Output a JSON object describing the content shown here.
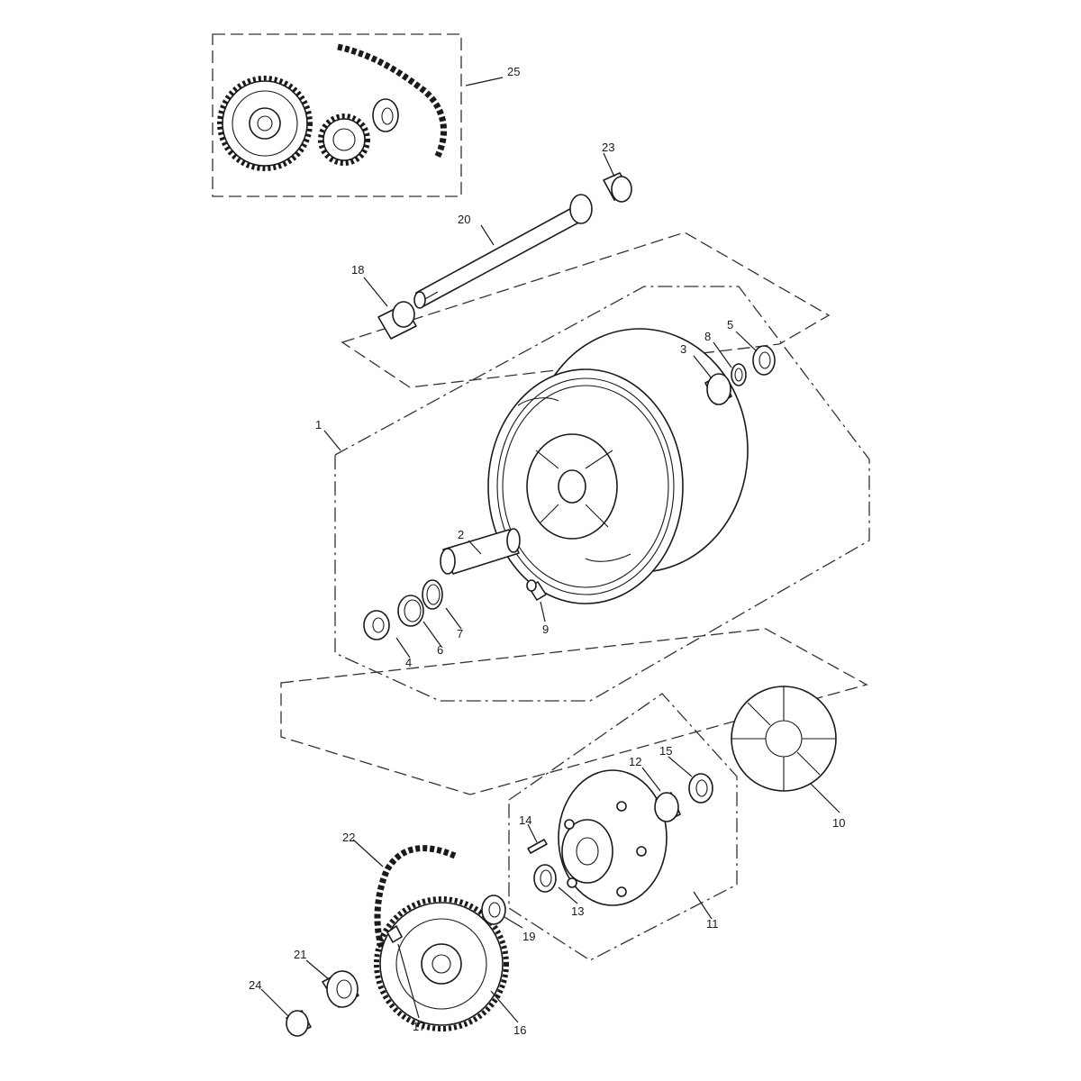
{
  "callouts": [
    {
      "id": "1",
      "label": "1"
    },
    {
      "id": "2",
      "label": "2"
    },
    {
      "id": "3",
      "label": "3"
    },
    {
      "id": "4",
      "label": "4"
    },
    {
      "id": "5",
      "label": "5"
    },
    {
      "id": "6",
      "label": "6"
    },
    {
      "id": "7",
      "label": "7"
    },
    {
      "id": "8",
      "label": "8"
    },
    {
      "id": "9",
      "label": "9"
    },
    {
      "id": "10",
      "label": "10"
    },
    {
      "id": "11",
      "label": "11"
    },
    {
      "id": "12",
      "label": "12"
    },
    {
      "id": "13",
      "label": "13"
    },
    {
      "id": "14",
      "label": "14"
    },
    {
      "id": "15",
      "label": "15"
    },
    {
      "id": "16",
      "label": "16"
    },
    {
      "id": "17",
      "label": "17"
    },
    {
      "id": "18",
      "label": "18"
    },
    {
      "id": "19",
      "label": "19"
    },
    {
      "id": "20",
      "label": "20"
    },
    {
      "id": "21",
      "label": "21"
    },
    {
      "id": "22",
      "label": "22"
    },
    {
      "id": "23",
      "label": "23"
    },
    {
      "id": "24",
      "label": "24"
    },
    {
      "id": "25",
      "label": "25"
    }
  ],
  "colors": {
    "line": "#1a1a1a",
    "background": "#ffffff"
  }
}
